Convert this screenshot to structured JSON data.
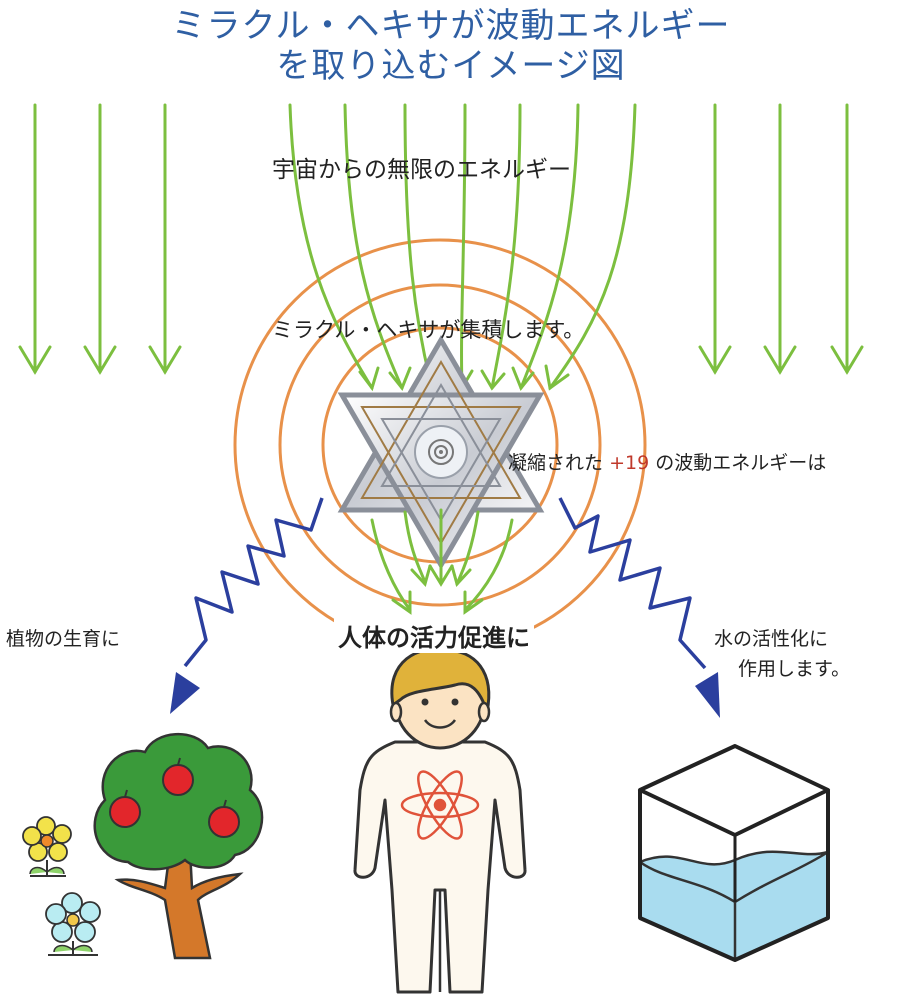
{
  "title": {
    "line1": "ミラクル・ヘキサが波動エネルギー",
    "line2": "を取り込むイメージ図"
  },
  "labels": {
    "cosmic_energy": "宇宙からの無限のエネルギー",
    "accumulates": "ミラクル・ヘキサが集積します。",
    "condensed_prefix": "凝縮された",
    "condensed_number": "+19",
    "condensed_suffix": "の波動エネルギーは",
    "plants": "植物の生育に",
    "human": "人体の活力促進に",
    "water_line1": "水の活性化に",
    "water_line2": "作用します。"
  },
  "colors": {
    "title": "#2f5fa3",
    "arrow_green": "#7cbf3f",
    "ring_orange": "#e8914a",
    "wave_blue": "#2b3f9e",
    "accent_red": "#c0392b",
    "tree_green": "#3a9a3a",
    "trunk": "#d4782a",
    "apple": "#e2262b",
    "water": "#a9dcef",
    "hair": "#e0b23a"
  },
  "icons": [
    "hexagram-icon",
    "tree-icon",
    "flower-icon",
    "human-figure-icon",
    "atom-icon",
    "water-cube-icon"
  ]
}
